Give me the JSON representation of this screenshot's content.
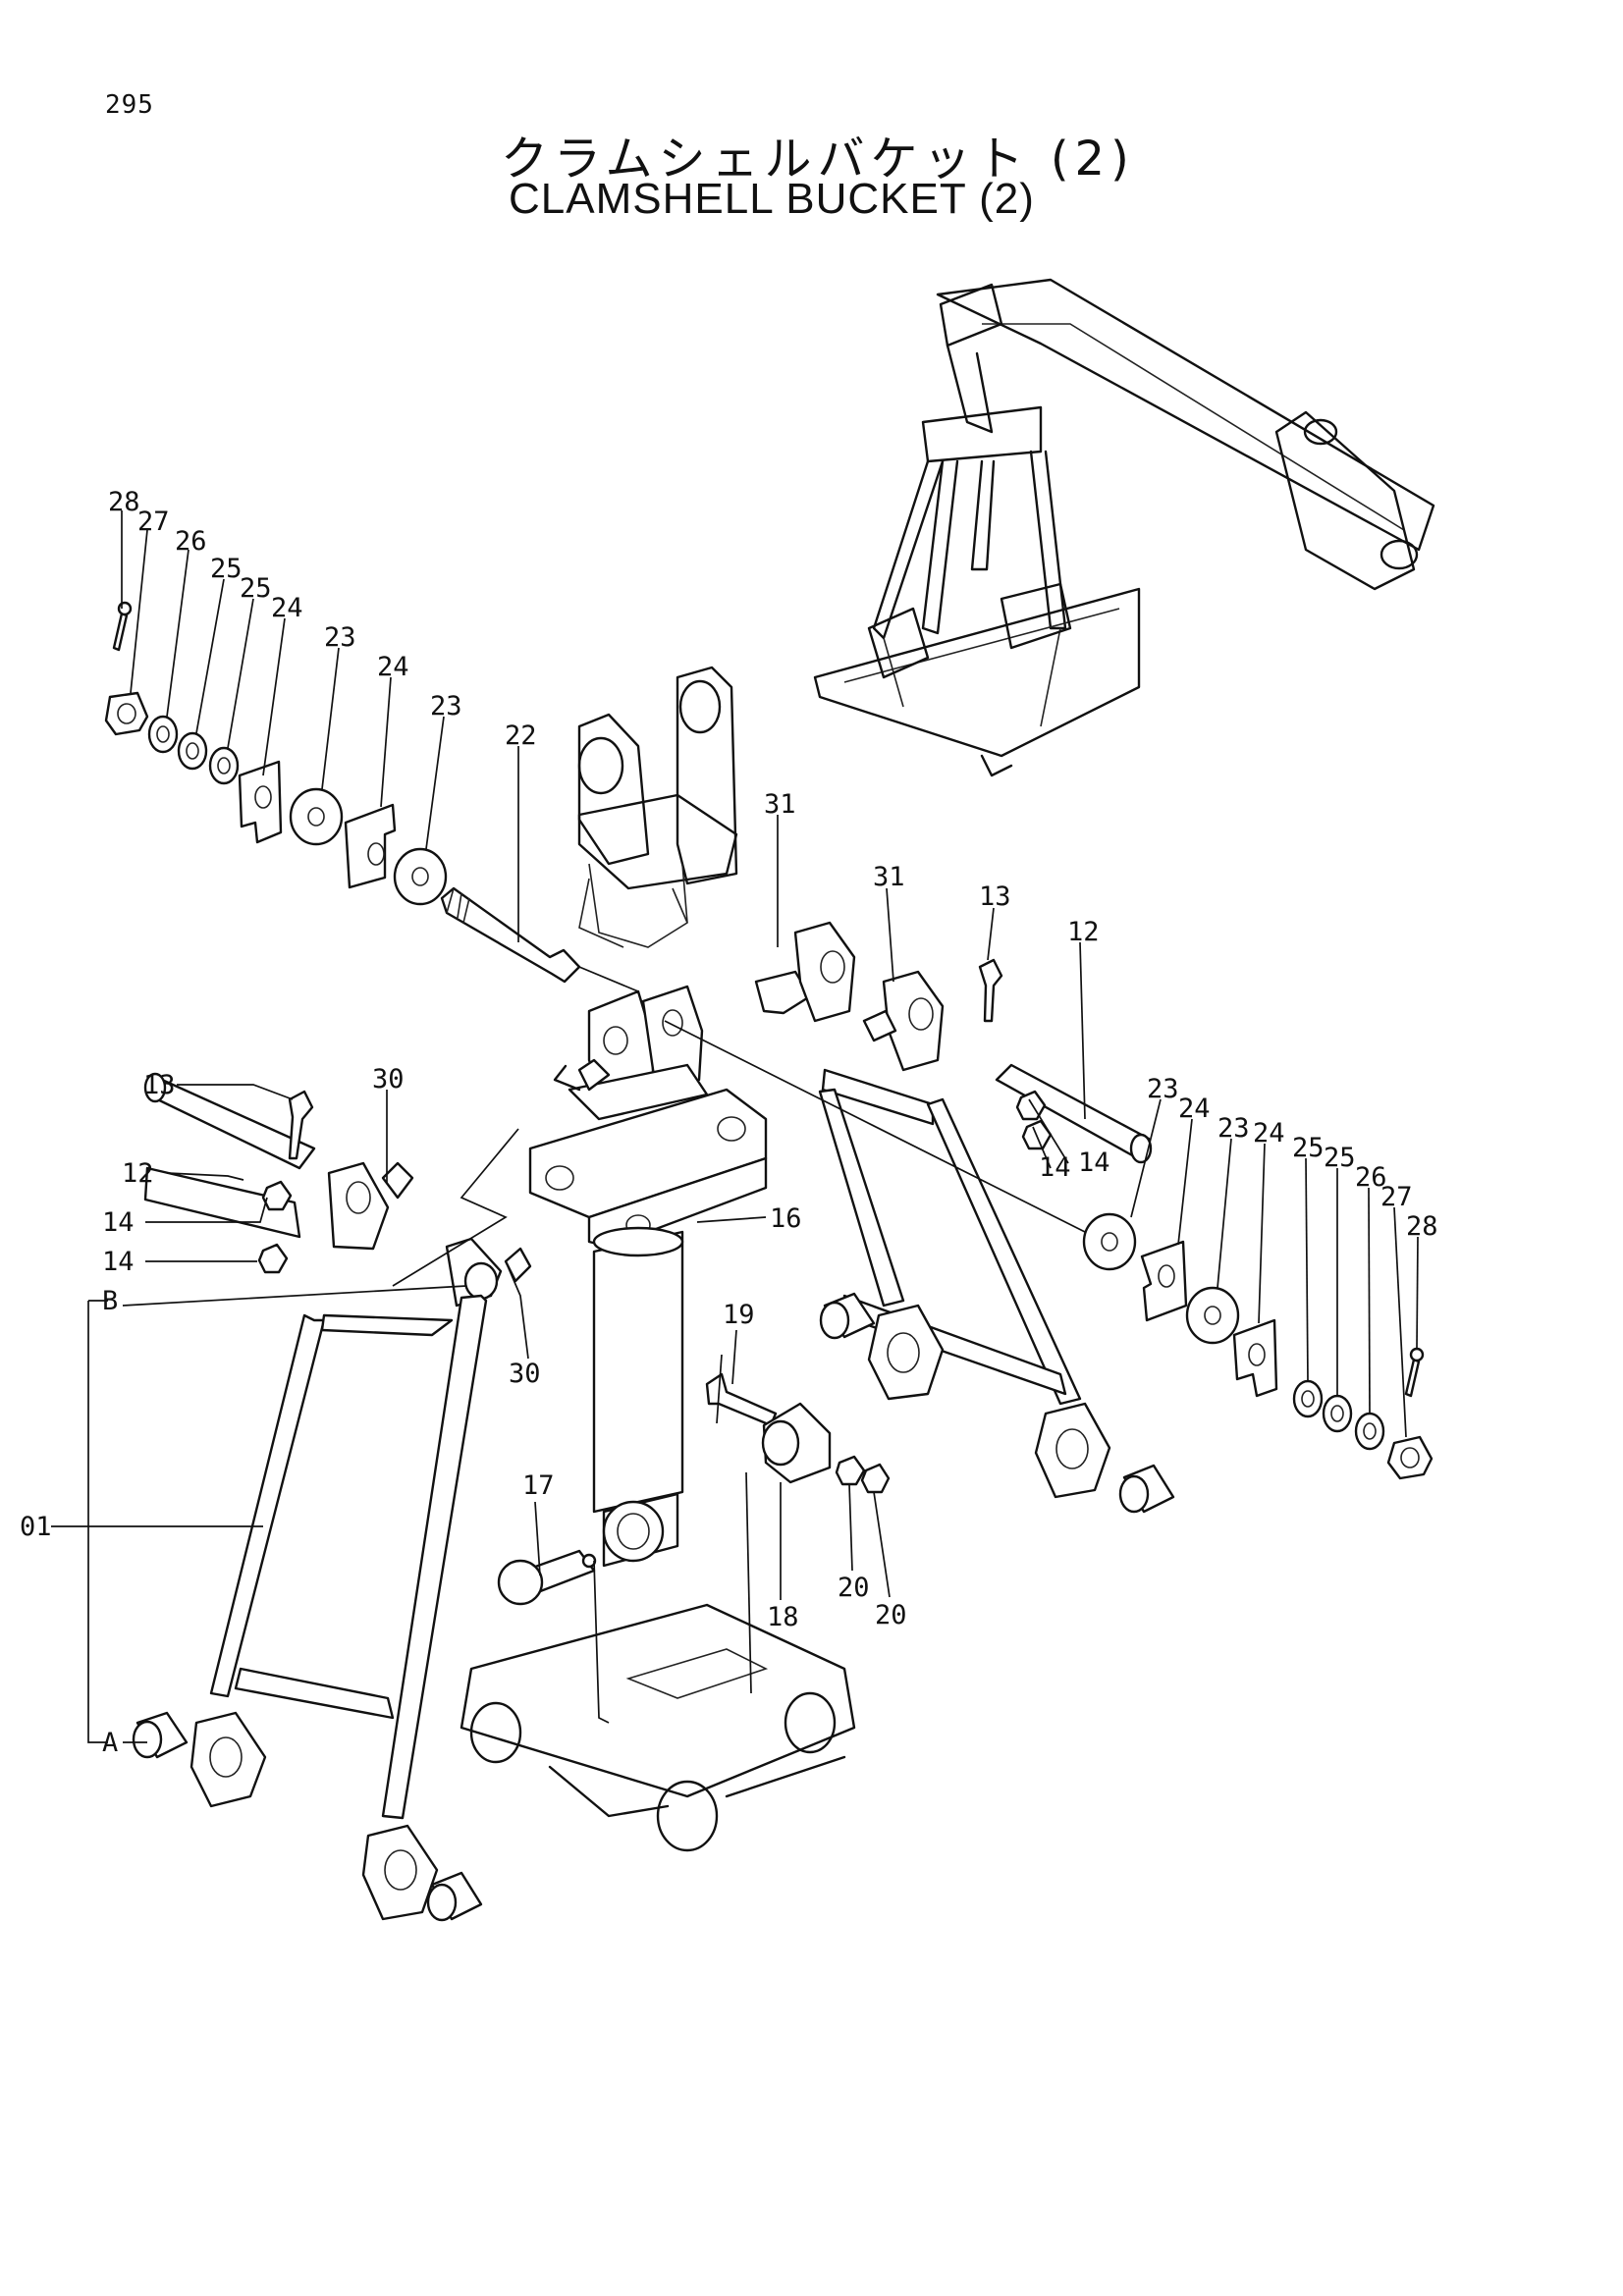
{
  "page_number": "295",
  "title_jp": "クラムシェルバケット (2)",
  "title_en": "CLAMSHELL  BUCKET (2)",
  "callouts": {
    "c01": "01",
    "cA": "A",
    "cB": "B",
    "c12": "12",
    "c13": "13",
    "c14": "14",
    "c16": "16",
    "c17": "17",
    "c18": "18",
    "c19": "19",
    "c20": "20",
    "c22": "22",
    "c23": "23",
    "c24": "24",
    "c25": "25",
    "c26": "26",
    "c27": "27",
    "c28": "28",
    "c30": "30",
    "c31": "31"
  }
}
